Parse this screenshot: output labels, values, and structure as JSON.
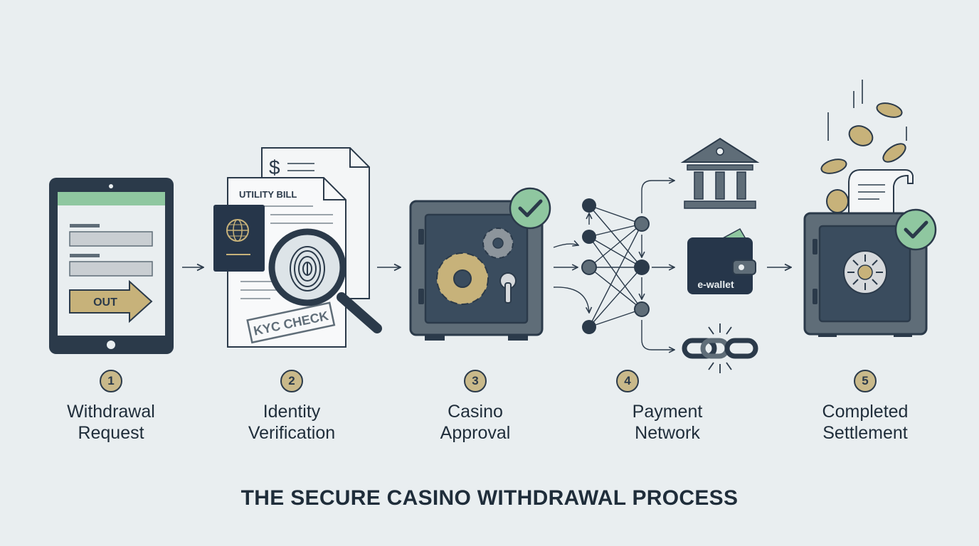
{
  "title": "THE SECURE CASINO WITHDRAWAL PROCESS",
  "colors": {
    "background": "#e9eef0",
    "navy": "#2b3a4a",
    "gold": "#c7b27a",
    "green": "#8fc7a0",
    "grey": "#5f6d78"
  },
  "steps": [
    {
      "number": "1",
      "line1": "Withdrawal",
      "line2": "Request",
      "button_text": "OUT"
    },
    {
      "number": "2",
      "line1": "Identity",
      "line2": "Verification",
      "doc_label": "UTILITY BILL",
      "stamp_text": "KYC CHECK",
      "currency_symbol": "$"
    },
    {
      "number": "3",
      "line1": "Casino",
      "line2": "Approval"
    },
    {
      "number": "4",
      "line1": "Payment",
      "line2": "Network",
      "wallet_label": "e-wallet"
    },
    {
      "number": "5",
      "line1": "Completed",
      "line2": "Settlement"
    }
  ],
  "icons": [
    "tablet-icon",
    "passport-icon",
    "fingerprint-icon",
    "magnifier-icon",
    "safe-icon",
    "gear-icon",
    "check-icon",
    "network-icon",
    "bank-icon",
    "wallet-icon",
    "chain-icon",
    "coins-icon",
    "receipt-icon",
    "arrow-icon"
  ]
}
